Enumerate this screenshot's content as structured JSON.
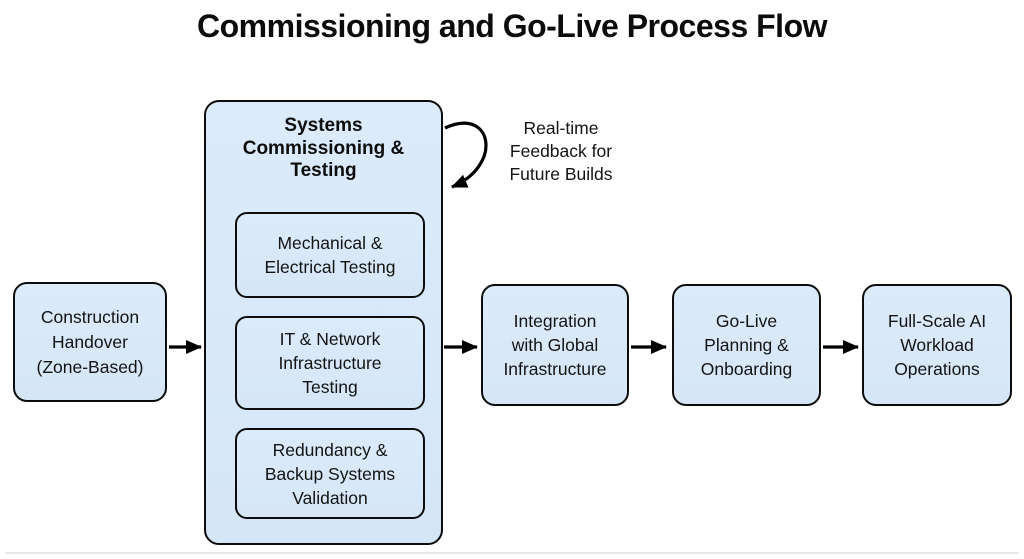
{
  "title": "Commissioning and Go-Live Process Flow",
  "colors": {
    "background": "#ffffff",
    "node_fill": "#dcebfa",
    "node_fill_bottom": "#d5e6f7",
    "node_border": "#0d0d0d",
    "arrow": "#000000",
    "text": "#111111"
  },
  "nodes": {
    "construction": {
      "label": "Construction\nHandover\n(Zone-Based)"
    },
    "systems": {
      "label": "Systems\nCommissioning &\nTesting",
      "children": [
        {
          "label": "Mechanical &\nElectrical Testing"
        },
        {
          "label": "IT & Network\nInfrastructure\nTesting"
        },
        {
          "label": "Redundancy &\nBackup Systems\nValidation"
        }
      ]
    },
    "integration": {
      "label": "Integration\nwith Global\nInfrastructure"
    },
    "golive": {
      "label": "Go-Live\nPlanning &\nOnboarding"
    },
    "fullscale": {
      "label": "Full-Scale AI\nWorkload\nOperations"
    }
  },
  "annotations": {
    "feedback_loop": "Real-time\nFeedback for\nFuture Builds"
  },
  "edges": [
    {
      "from": "construction",
      "to": "systems"
    },
    {
      "from": "systems",
      "to": "integration"
    },
    {
      "from": "integration",
      "to": "golive"
    },
    {
      "from": "golive",
      "to": "fullscale"
    },
    {
      "from": "systems",
      "to": "systems",
      "label": "Real-time Feedback for Future Builds"
    }
  ]
}
